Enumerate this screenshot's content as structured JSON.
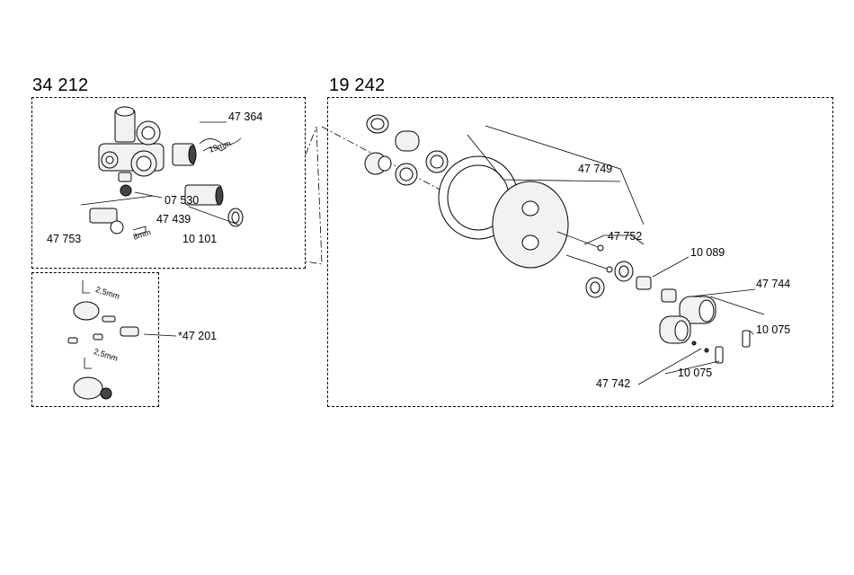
{
  "assemblies": {
    "left_title": "34 212",
    "right_title": "19 242"
  },
  "left_parts": {
    "p47364": "47 364",
    "p07530": "07 530",
    "p47439": "47 439",
    "p47753": "47 753",
    "p10101": "10 101",
    "tool_19mm": "19mm",
    "tool_8mm": "8mm"
  },
  "kit": {
    "p47201": "*47 201",
    "tool_a": "2,5mm",
    "tool_b": "2,5mm"
  },
  "right_parts": {
    "p47749": "47 749",
    "p47752": "47 752",
    "p10089": "10 089",
    "p47744": "47 744",
    "p10075_a": "10 075",
    "p10075_b": "10 075",
    "p47742": "47 742"
  }
}
